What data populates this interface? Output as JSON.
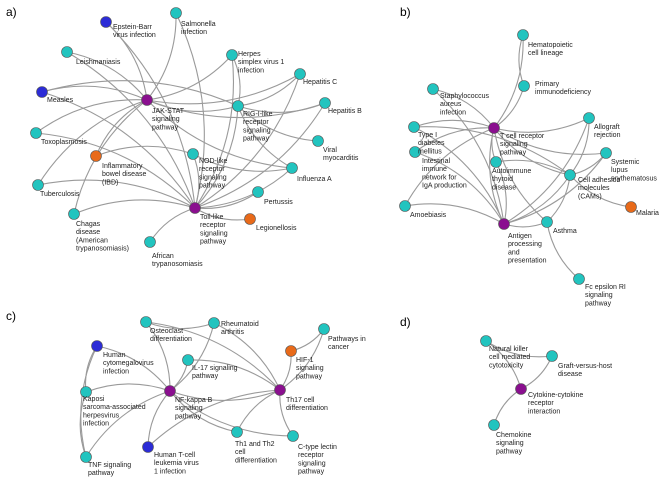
{
  "colors": {
    "teal": "#22c4bf",
    "purple": "#8a0f8f",
    "orange": "#e86a1a",
    "blue": "#2c2cd6"
  },
  "panels": [
    {
      "label": "a)",
      "nodes": [
        {
          "id": "ebv",
          "type": "blue",
          "lines": [
            "Epstein-Barr",
            "virus infection"
          ]
        },
        {
          "id": "salm",
          "type": "teal",
          "lines": [
            "Salmonella",
            "infection"
          ]
        },
        {
          "id": "leish",
          "type": "teal",
          "lines": [
            "Leishmaniasis"
          ]
        },
        {
          "id": "herpes",
          "type": "teal",
          "lines": [
            "Herpes",
            "simplex virus 1",
            "infection"
          ]
        },
        {
          "id": "hepc",
          "type": "teal",
          "lines": [
            "Hepatitis C"
          ]
        },
        {
          "id": "hepb",
          "type": "teal",
          "lines": [
            "Hepatitis B"
          ]
        },
        {
          "id": "measles",
          "type": "blue",
          "lines": [
            "Measles"
          ]
        },
        {
          "id": "jak",
          "type": "purple",
          "lines": [
            "JAK-STAT",
            "signaling",
            "pathway"
          ]
        },
        {
          "id": "rig",
          "type": "teal",
          "lines": [
            "RIG-I-like",
            "receptor",
            "signaling",
            "pathway"
          ]
        },
        {
          "id": "toxo",
          "type": "teal",
          "lines": [
            "Toxoplasmosis"
          ]
        },
        {
          "id": "ibd",
          "type": "orange",
          "lines": [
            "Inflammatory",
            "bowel disease",
            "(IBD)"
          ]
        },
        {
          "id": "viral",
          "type": "teal",
          "lines": [
            "Viral",
            "myocarditis"
          ]
        },
        {
          "id": "nod",
          "type": "teal",
          "lines": [
            "NOD-like",
            "receptor",
            "signaling",
            "pathway"
          ]
        },
        {
          "id": "influ",
          "type": "teal",
          "lines": [
            "Influenza A"
          ]
        },
        {
          "id": "tuber",
          "type": "teal",
          "lines": [
            "Tuberculosis"
          ]
        },
        {
          "id": "pert",
          "type": "teal",
          "lines": [
            "Pertussis"
          ]
        },
        {
          "id": "toll",
          "type": "purple",
          "lines": [
            "Toll-like",
            "receptor",
            "signaling",
            "pathway"
          ]
        },
        {
          "id": "legion",
          "type": "orange",
          "lines": [
            "Legionellosis"
          ]
        },
        {
          "id": "chagas",
          "type": "teal",
          "lines": [
            "Chagas",
            "disease",
            "(American",
            "trypanosomiasis)"
          ]
        },
        {
          "id": "african",
          "type": "teal",
          "lines": [
            "African",
            "trypanosomiasis"
          ]
        }
      ],
      "edges": [
        [
          "jak",
          "ebv"
        ],
        [
          "jak",
          "salm"
        ],
        [
          "jak",
          "leish"
        ],
        [
          "jak",
          "herpes"
        ],
        [
          "jak",
          "hepc"
        ],
        [
          "jak",
          "hepb"
        ],
        [
          "jak",
          "measles"
        ],
        [
          "jak",
          "toxo"
        ],
        [
          "jak",
          "ibd"
        ],
        [
          "jak",
          "tuber"
        ],
        [
          "jak",
          "rig"
        ],
        [
          "jak",
          "influ"
        ],
        [
          "jak",
          "chagas"
        ],
        [
          "toll",
          "ebv"
        ],
        [
          "toll",
          "salm"
        ],
        [
          "toll",
          "leish"
        ],
        [
          "toll",
          "herpes"
        ],
        [
          "toll",
          "hepc"
        ],
        [
          "toll",
          "hepb"
        ],
        [
          "toll",
          "measles"
        ],
        [
          "toll",
          "toxo"
        ],
        [
          "toll",
          "tuber"
        ],
        [
          "toll",
          "influ"
        ],
        [
          "toll",
          "pert"
        ],
        [
          "toll",
          "legion"
        ],
        [
          "toll",
          "chagas"
        ],
        [
          "toll",
          "african"
        ],
        [
          "toll",
          "nod"
        ],
        [
          "toll",
          "rig"
        ],
        [
          "rig",
          "herpes"
        ],
        [
          "rig",
          "hepc"
        ],
        [
          "rig",
          "hepb"
        ],
        [
          "rig",
          "influ"
        ],
        [
          "rig",
          "viral"
        ],
        [
          "rig",
          "measles"
        ],
        [
          "nod",
          "influ"
        ],
        [
          "nod",
          "ibd"
        ]
      ]
    },
    {
      "label": "b)",
      "nodes": [
        {
          "id": "hema",
          "type": "teal",
          "lines": [
            "Hematopoietic",
            "cell lineage"
          ]
        },
        {
          "id": "primary",
          "type": "teal",
          "lines": [
            "Primary",
            "immunodeficiency"
          ]
        },
        {
          "id": "staph",
          "type": "teal",
          "lines": [
            "Staphylococcus",
            "aureus",
            "infection"
          ]
        },
        {
          "id": "diab",
          "type": "teal",
          "lines": [
            "Type I",
            "diabetes",
            "mellitus"
          ]
        },
        {
          "id": "tcell",
          "type": "purple",
          "lines": [
            "T cell receptor",
            "signaling",
            "pathway"
          ]
        },
        {
          "id": "allo",
          "type": "teal",
          "lines": [
            "Allograft",
            "rejection"
          ]
        },
        {
          "id": "sle",
          "type": "teal",
          "lines": [
            "Systemic",
            "lupus",
            "erythematosus"
          ]
        },
        {
          "id": "intest",
          "type": "teal",
          "lines": [
            "Intestinal",
            "immune",
            "network for",
            "IgA production"
          ]
        },
        {
          "id": "thyroid",
          "type": "teal",
          "lines": [
            "Autoimmune",
            "thyroid",
            "disease"
          ]
        },
        {
          "id": "cam",
          "type": "teal",
          "lines": [
            "Cell adhesion",
            "molecules",
            "(CAMs)"
          ]
        },
        {
          "id": "malaria",
          "type": "orange",
          "lines": [
            "Malaria"
          ]
        },
        {
          "id": "amoeb",
          "type": "teal",
          "lines": [
            "Amoebiasis"
          ]
        },
        {
          "id": "asthma",
          "type": "teal",
          "lines": [
            "Asthma"
          ]
        },
        {
          "id": "antigen",
          "type": "purple",
          "lines": [
            "Antigen",
            "processing",
            "and",
            "presentation"
          ]
        },
        {
          "id": "fc",
          "type": "teal",
          "lines": [
            "Fc epsilon RI",
            "signaling",
            "pathway"
          ]
        }
      ],
      "edges": [
        [
          "hema",
          "primary"
        ],
        [
          "tcell",
          "primary"
        ],
        [
          "tcell",
          "staph"
        ],
        [
          "tcell",
          "diab"
        ],
        [
          "tcell",
          "allo"
        ],
        [
          "tcell",
          "sle"
        ],
        [
          "tcell",
          "intest"
        ],
        [
          "tcell",
          "thyroid"
        ],
        [
          "tcell",
          "cam"
        ],
        [
          "tcell",
          "amoeb"
        ],
        [
          "tcell",
          "antigen"
        ],
        [
          "tcell",
          "asthma"
        ],
        [
          "tcell",
          "hema"
        ],
        [
          "antigen",
          "staph"
        ],
        [
          "antigen",
          "diab"
        ],
        [
          "antigen",
          "allo"
        ],
        [
          "antigen",
          "sle"
        ],
        [
          "antigen",
          "intest"
        ],
        [
          "antigen",
          "thyroid"
        ],
        [
          "antigen",
          "cam"
        ],
        [
          "antigen",
          "amoeb"
        ],
        [
          "antigen",
          "asthma"
        ],
        [
          "cam",
          "allo"
        ],
        [
          "cam",
          "malaria"
        ],
        [
          "cam",
          "sle"
        ],
        [
          "cam",
          "diab"
        ],
        [
          "cam",
          "thyroid"
        ],
        [
          "asthma",
          "fc"
        ],
        [
          "asthma",
          "cam"
        ]
      ]
    },
    {
      "label": "c)",
      "nodes": [
        {
          "id": "osteo",
          "type": "teal",
          "lines": [
            "Osteoclast",
            "differentiation"
          ]
        },
        {
          "id": "rheum",
          "type": "teal",
          "lines": [
            "Rheumatoid",
            "arthritis"
          ]
        },
        {
          "id": "cancer",
          "type": "teal",
          "lines": [
            "Pathways in",
            "cancer"
          ]
        },
        {
          "id": "hcmv",
          "type": "blue",
          "lines": [
            "Human",
            "cytomegalovirus",
            "infection"
          ]
        },
        {
          "id": "hif",
          "type": "orange",
          "lines": [
            "HIF-1",
            "signaling",
            "pathway"
          ]
        },
        {
          "id": "il17",
          "type": "teal",
          "lines": [
            "IL-17 signaling",
            "pathway"
          ]
        },
        {
          "id": "kaposi",
          "type": "teal",
          "lines": [
            "Kaposi",
            "sarcoma-associated",
            "herpesvirus",
            "infection"
          ]
        },
        {
          "id": "nfkb",
          "type": "purple",
          "lines": [
            "NF-kappa B",
            "signaling",
            "pathway"
          ]
        },
        {
          "id": "th17",
          "type": "purple",
          "lines": [
            "Th17 cell",
            "differentiation"
          ]
        },
        {
          "id": "th1",
          "type": "teal",
          "lines": [
            "Th1 and Th2",
            "cell",
            "differentiation"
          ]
        },
        {
          "id": "tnf",
          "type": "teal",
          "lines": [
            "TNF signaling",
            "pathway"
          ]
        },
        {
          "id": "htlv",
          "type": "blue",
          "lines": [
            "Human T-cell",
            "leukemia virus",
            "1 infection"
          ]
        },
        {
          "id": "ctype",
          "type": "teal",
          "lines": [
            "C-type lectin",
            "receptor",
            "signaling",
            "pathway"
          ]
        }
      ],
      "edges": [
        [
          "nfkb",
          "osteo"
        ],
        [
          "nfkb",
          "hcmv"
        ],
        [
          "nfkb",
          "il17"
        ],
        [
          "nfkb",
          "kaposi"
        ],
        [
          "nfkb",
          "tnf"
        ],
        [
          "nfkb",
          "htlv"
        ],
        [
          "nfkb",
          "th1"
        ],
        [
          "nfkb",
          "ctype"
        ],
        [
          "nfkb",
          "th17"
        ],
        [
          "nfkb",
          "rheum"
        ],
        [
          "th17",
          "osteo"
        ],
        [
          "th17",
          "rheum"
        ],
        [
          "th17",
          "cancer"
        ],
        [
          "th17",
          "hif"
        ],
        [
          "th17",
          "il17"
        ],
        [
          "th17",
          "th1"
        ],
        [
          "th17",
          "ctype"
        ],
        [
          "th17",
          "htlv"
        ],
        [
          "hcmv",
          "tnf"
        ],
        [
          "hcmv",
          "kaposi"
        ],
        [
          "kaposi",
          "tnf"
        ],
        [
          "osteo",
          "rheum"
        ],
        [
          "hif",
          "cancer"
        ]
      ]
    },
    {
      "label": "d)",
      "nodes": [
        {
          "id": "nk",
          "type": "teal",
          "lines": [
            "Natural killer",
            "cell mediated",
            "cytotoxicity"
          ]
        },
        {
          "id": "gvh",
          "type": "teal",
          "lines": [
            "Graft-versus-host",
            "disease"
          ]
        },
        {
          "id": "cyto",
          "type": "purple",
          "lines": [
            "Cytokine-cytokine",
            "receptor",
            "interaction"
          ]
        },
        {
          "id": "chemo",
          "type": "teal",
          "lines": [
            "Chemokine",
            "signaling",
            "pathway"
          ]
        }
      ],
      "edges": [
        [
          "cyto",
          "nk"
        ],
        [
          "cyto",
          "gvh"
        ],
        [
          "cyto",
          "chemo"
        ],
        [
          "nk",
          "gvh"
        ]
      ]
    }
  ]
}
